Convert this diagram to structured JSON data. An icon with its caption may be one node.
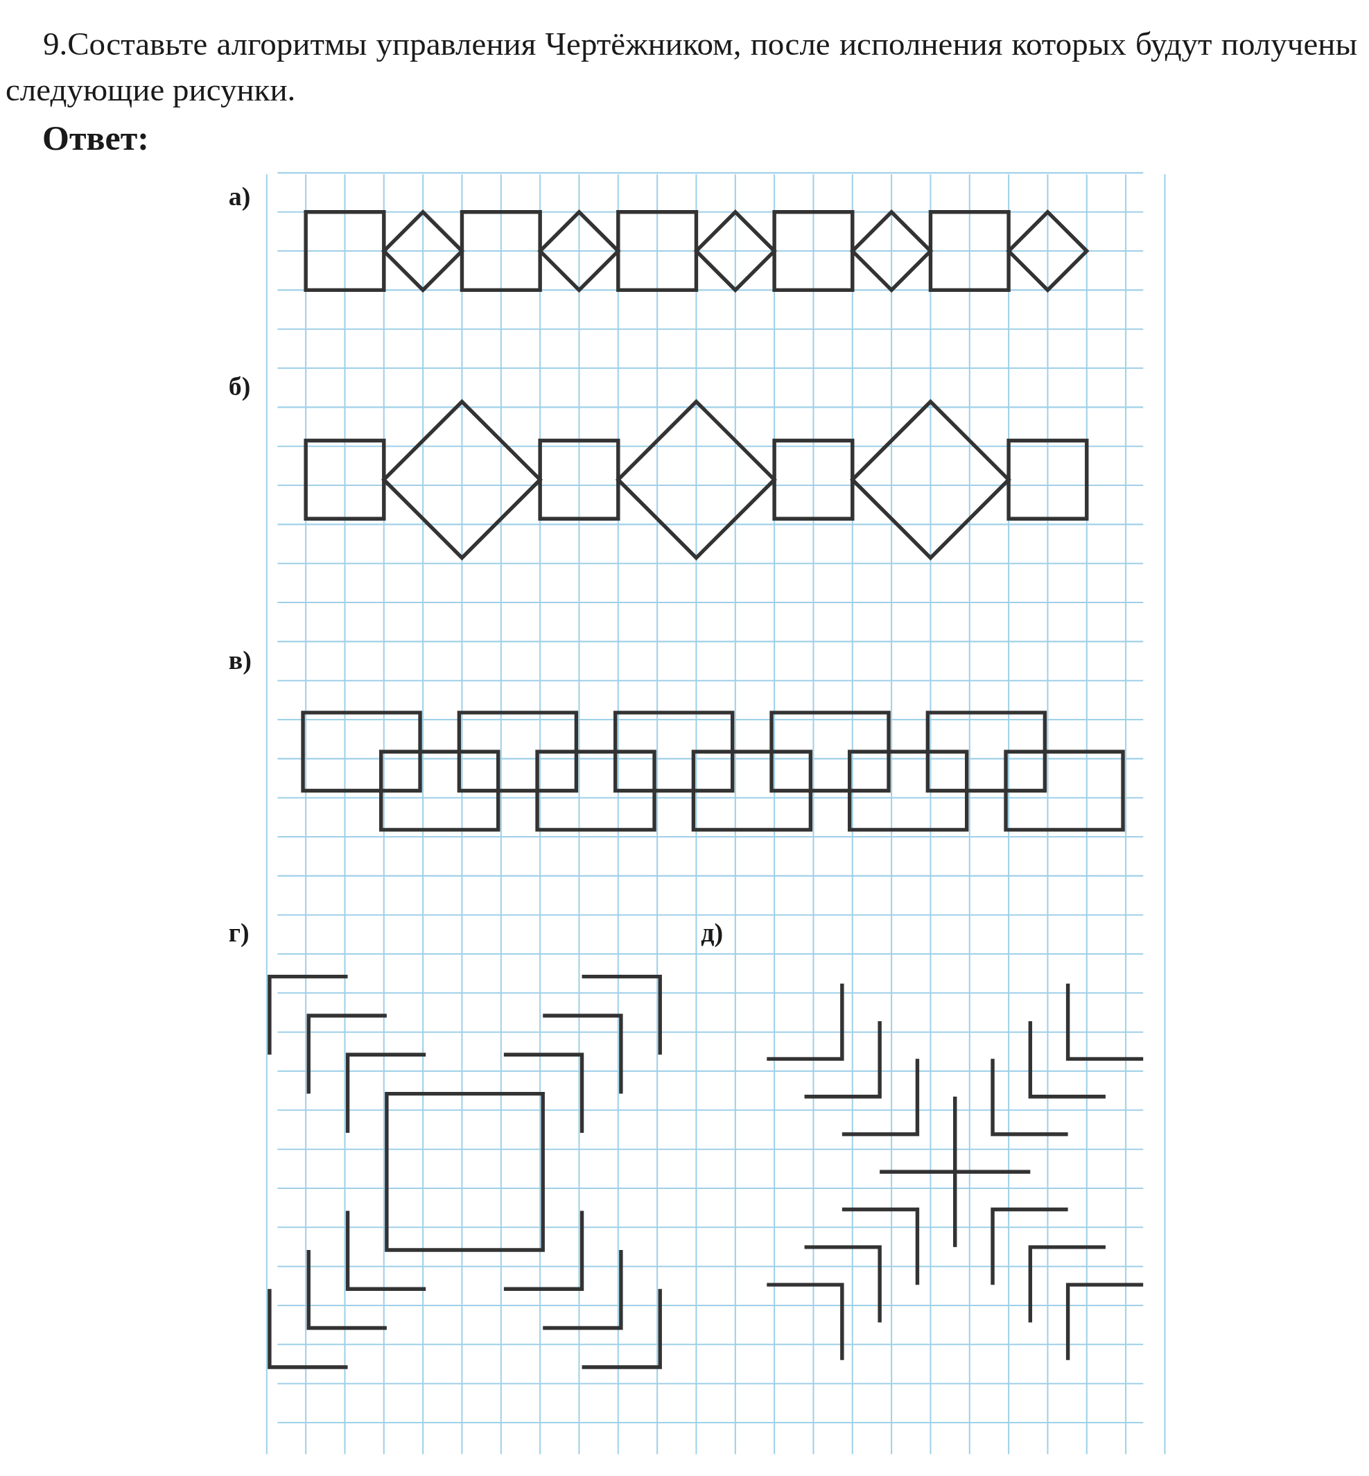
{
  "diagram": {
    "title": "9.Составьте алгоритмы управления Чертёжником, после исполнения которых будут получены следующие рисунки.",
    "labels": [
      "Ответ:",
      "а)",
      "б)",
      "в)",
      "г)",
      "д)"
    ]
  }
}
